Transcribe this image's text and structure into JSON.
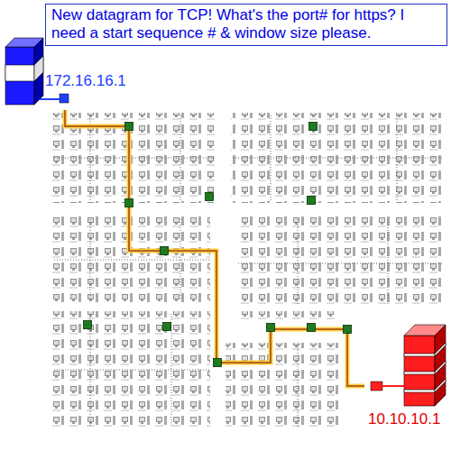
{
  "diagram": {
    "nodes": [
      {
        "text": [
          "New datagram for TCP! What's the port# for https? I need a start sequence # & window size please."
        ]
      },
      {
        "text": [
          "172.16.16.1"
        ]
      },
      {
        "text": [
          "10.10.10.1"
        ]
      }
    ],
    "edges": [
      {
        "from": 1,
        "to": 2,
        "arrow": "none"
      }
    ]
  }
}
